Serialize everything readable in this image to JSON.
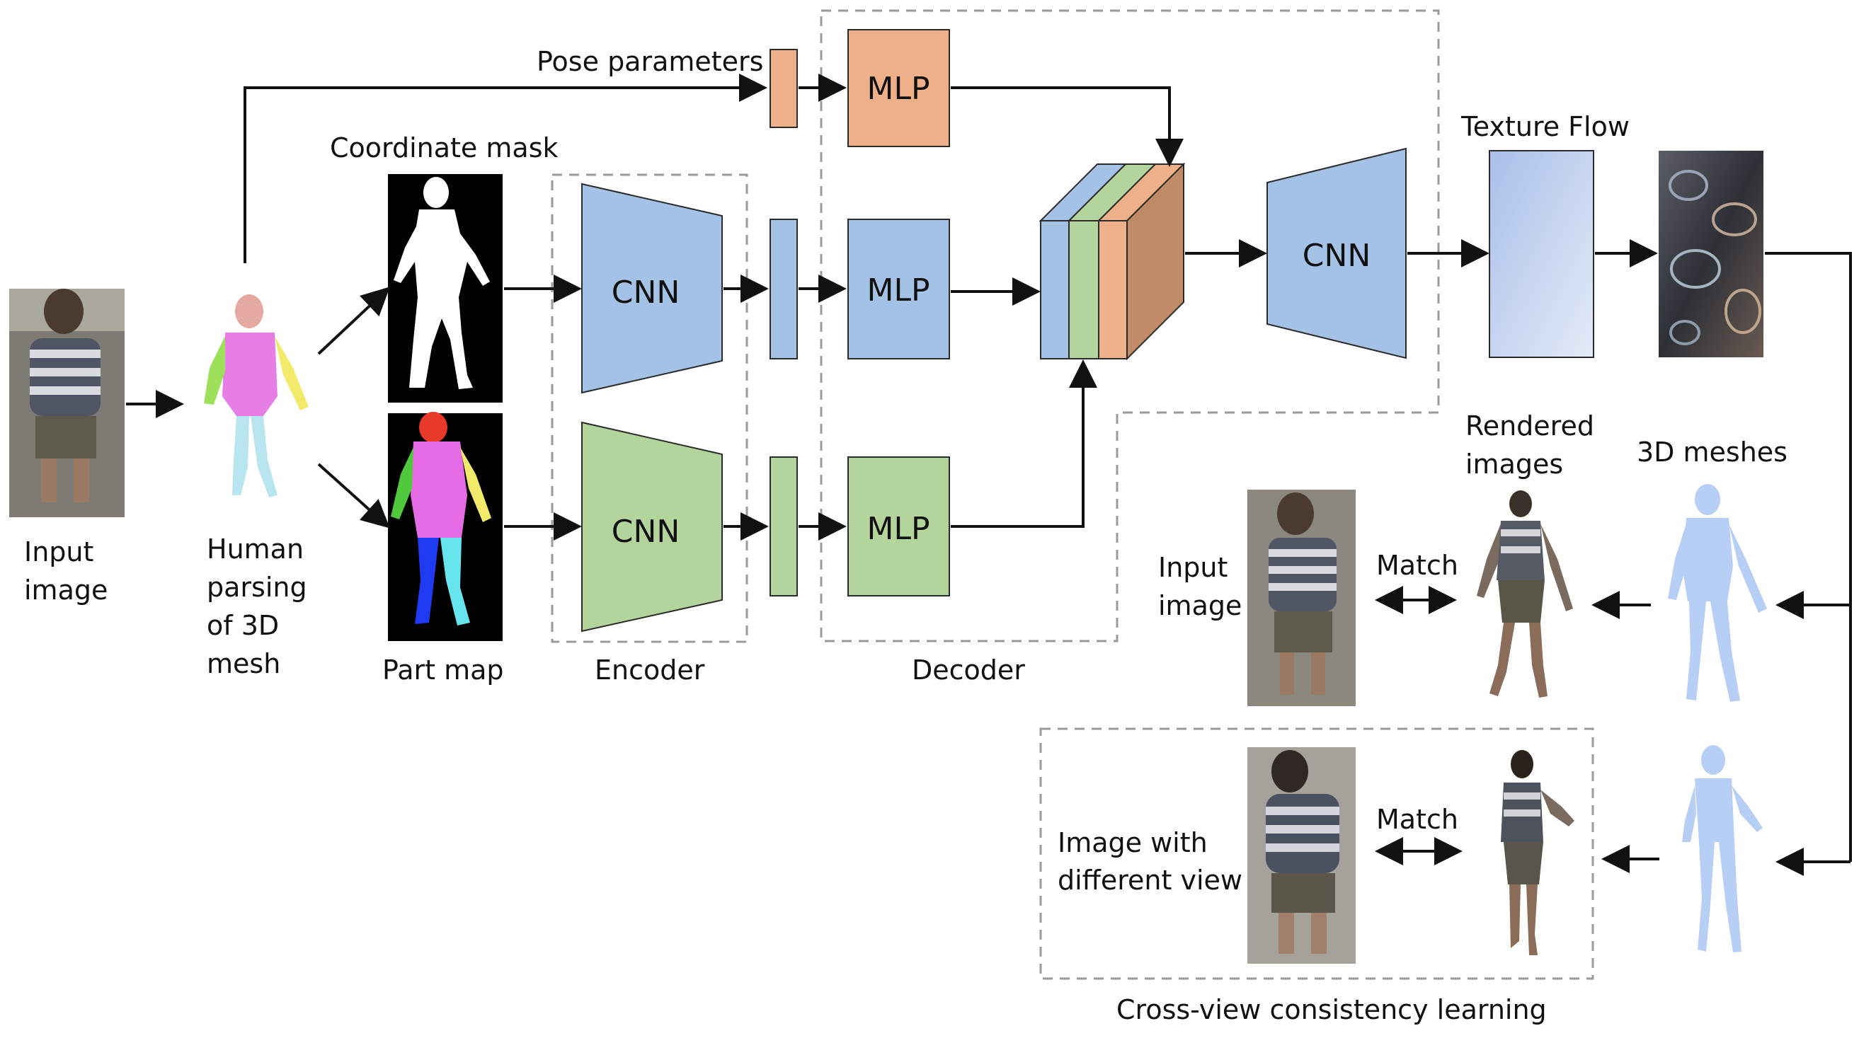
{
  "colors": {
    "blue": "#a4c2e6",
    "green": "#b3d59c",
    "orange": "#eeb088",
    "orange_dark": "#c28b68",
    "stroke": "#2b2b2b",
    "arrow": "#111111",
    "dashed": "#9a9a9a",
    "pink": "#e67ee6",
    "skin_blue": "#b8cff5"
  },
  "labels": {
    "input_image": [
      "Input",
      "image"
    ],
    "human_parsing": [
      "Human",
      "parsing",
      "of 3D",
      "mesh"
    ],
    "coordinate_mask": "Coordinate mask",
    "part_map": "Part map",
    "pose_parameters": "Pose parameters",
    "encoder": "Encoder",
    "decoder": "Decoder",
    "texture_flow": "Texture Flow",
    "rendered_images": [
      "Rendered",
      "images"
    ],
    "meshes_3d": "3D meshes",
    "input_image_right": [
      "Input",
      "image"
    ],
    "match_top": "Match",
    "match_bottom": "Match",
    "image_different_view": [
      "Image with",
      "different view"
    ],
    "cross_view": "Cross-view consistency learning"
  },
  "blocks": {
    "cnn_blue": "CNN",
    "cnn_green": "CNN",
    "cnn_texture": "CNN",
    "mlp_pose": "MLP",
    "mlp_blue": "MLP",
    "mlp_green": "MLP"
  },
  "icons": [
    "person-photo",
    "parsed-mesh",
    "silhouette-mask",
    "part-map",
    "texture-swatch",
    "rendered-person",
    "blue-mesh"
  ]
}
